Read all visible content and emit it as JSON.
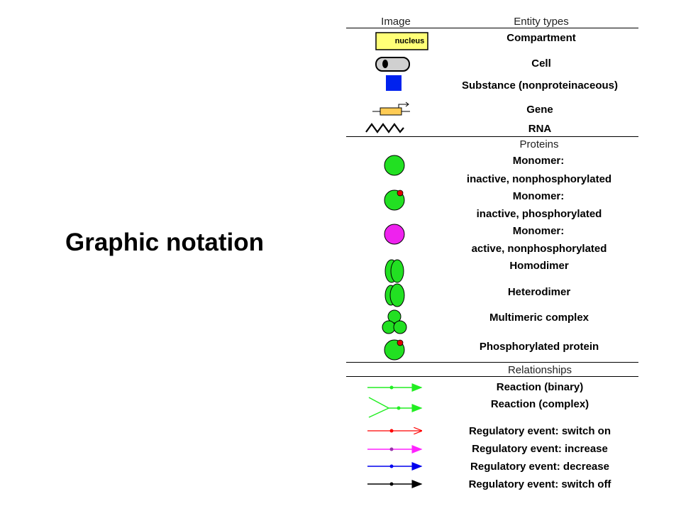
{
  "title": "Graphic notation",
  "header": {
    "image_col": "Image",
    "entity_col": "Entity types"
  },
  "entity_types": {
    "compartment_icon_text": "nucleus",
    "compartment": "Compartment",
    "cell": "Cell",
    "substance": "Substance (nonproteinaceous)",
    "gene": "Gene",
    "rna": "RNA"
  },
  "proteins": {
    "header": "Proteins",
    "monomer_inactive_np_1": "Monomer:",
    "monomer_inactive_np_2": "inactive, nonphosphorylated",
    "monomer_inactive_p_1": "Monomer:",
    "monomer_inactive_p_2": "inactive, phosphorylated",
    "monomer_active_np_1": "Monomer:",
    "monomer_active_np_2": "active, nonphosphorylated",
    "homodimer": "Homodimer",
    "heterodimer": "Heterodimer",
    "multimeric": "Multimeric complex",
    "phosphorylated": "Phosphorylated protein"
  },
  "relationships": {
    "header": "Relationships",
    "binary": "Reaction (binary)",
    "complex": "Reaction (complex)",
    "switch_on": "Regulatory event: switch on",
    "increase": "Regulatory event: increase",
    "decrease": "Regulatory event: decrease",
    "switch_off": "Regulatory event: switch off"
  },
  "colors": {
    "protein_green": "#22e022",
    "protein_active": "#ee22ee",
    "phospho_red": "#e00000",
    "substance_blue": "#0022ee",
    "compartment_yellow": "#ffff77",
    "arrow_green": "#22ee22",
    "arrow_red": "#ff0000",
    "arrow_magenta": "#ff22ff",
    "arrow_blue": "#0000ee",
    "arrow_black": "#000000"
  }
}
